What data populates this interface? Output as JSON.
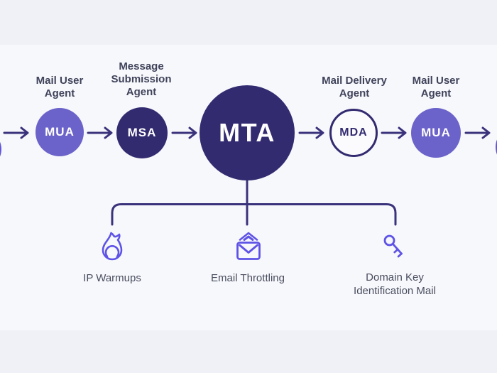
{
  "colors": {
    "background": "#f7f8fc",
    "band": "#f0f1f6",
    "node_purple": "#6b63c9",
    "node_indigo": "#322b70",
    "connector_line": "#3a327b",
    "icon_purple": "#5e53e6",
    "node_label_text": "#40435a",
    "feature_label_text": "#4a4d5e"
  },
  "flow": {
    "nodes": [
      {
        "abbr": "MUA",
        "label": "Mail User Agent",
        "style": "filled-purple"
      },
      {
        "abbr": "MSA",
        "label": "Message Submission Agent",
        "style": "filled-indigo"
      },
      {
        "abbr": "MTA",
        "label": "",
        "style": "filled-indigo-large"
      },
      {
        "abbr": "MDA",
        "label": "Mail Delivery Agent",
        "style": "outlined-indigo"
      },
      {
        "abbr": "MUA",
        "label": "Mail User Agent",
        "style": "filled-purple"
      }
    ]
  },
  "features": [
    {
      "icon": "flame-icon",
      "label": "IP Warmups"
    },
    {
      "icon": "envelope-send-icon",
      "label": "Email Throttling"
    },
    {
      "icon": "key-icon",
      "label": "Domain Key Identification Mail"
    }
  ]
}
